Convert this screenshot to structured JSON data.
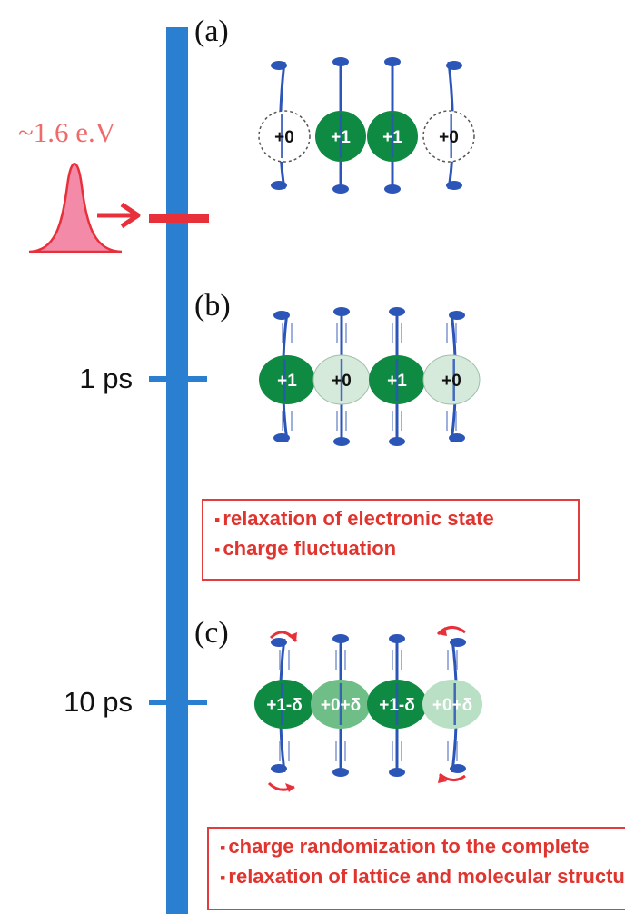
{
  "energy_label": "~1.6 e.V",
  "timeline": {
    "ticks": [
      {
        "label": "1 ps"
      },
      {
        "label": "10 ps"
      }
    ]
  },
  "panels": [
    {
      "label": "(a)",
      "charges": [
        "+0",
        "+1",
        "+1",
        "+0"
      ],
      "fills": [
        "#ffffff",
        "#0e8a43",
        "#0e8a43",
        "#ffffff"
      ],
      "text_colors": [
        "#111111",
        "#ffffff",
        "#ffffff",
        "#111111"
      ],
      "dashed": [
        true,
        false,
        false,
        true
      ]
    },
    {
      "label": "(b)",
      "charges": [
        "+1",
        "+0",
        "+1",
        "+0"
      ],
      "fills": [
        "#0e8a43",
        "#d6eadc",
        "#0e8a43",
        "#d6eadc"
      ],
      "text_colors": [
        "#ffffff",
        "#111111",
        "#ffffff",
        "#111111"
      ],
      "dashed": [
        false,
        false,
        false,
        false
      ]
    },
    {
      "label": "(c)",
      "charges": [
        "+1-δ",
        "+0+δ",
        "+1-δ",
        "+0+δ"
      ],
      "fills": [
        "#0e8a43",
        "#6fbe88",
        "#0e8a43",
        "#b9dfc4"
      ],
      "text_colors": [
        "#ffffff",
        "#ffffff",
        "#ffffff",
        "#ffffff"
      ],
      "dashed": [
        false,
        false,
        false,
        false
      ]
    }
  ],
  "notes": {
    "box1": [
      "relaxation of electronic state",
      "charge fluctuation"
    ],
    "box2": [
      "charge randomization to the complete",
      "relaxation of lattice and molecular structure"
    ]
  },
  "colors": {
    "timeline": "#2a7fd0",
    "pump": "#e8303a",
    "note_red": "#e0342f",
    "molecule_blue": "#2c55b8",
    "pulse_fill": "#f28aa8"
  }
}
